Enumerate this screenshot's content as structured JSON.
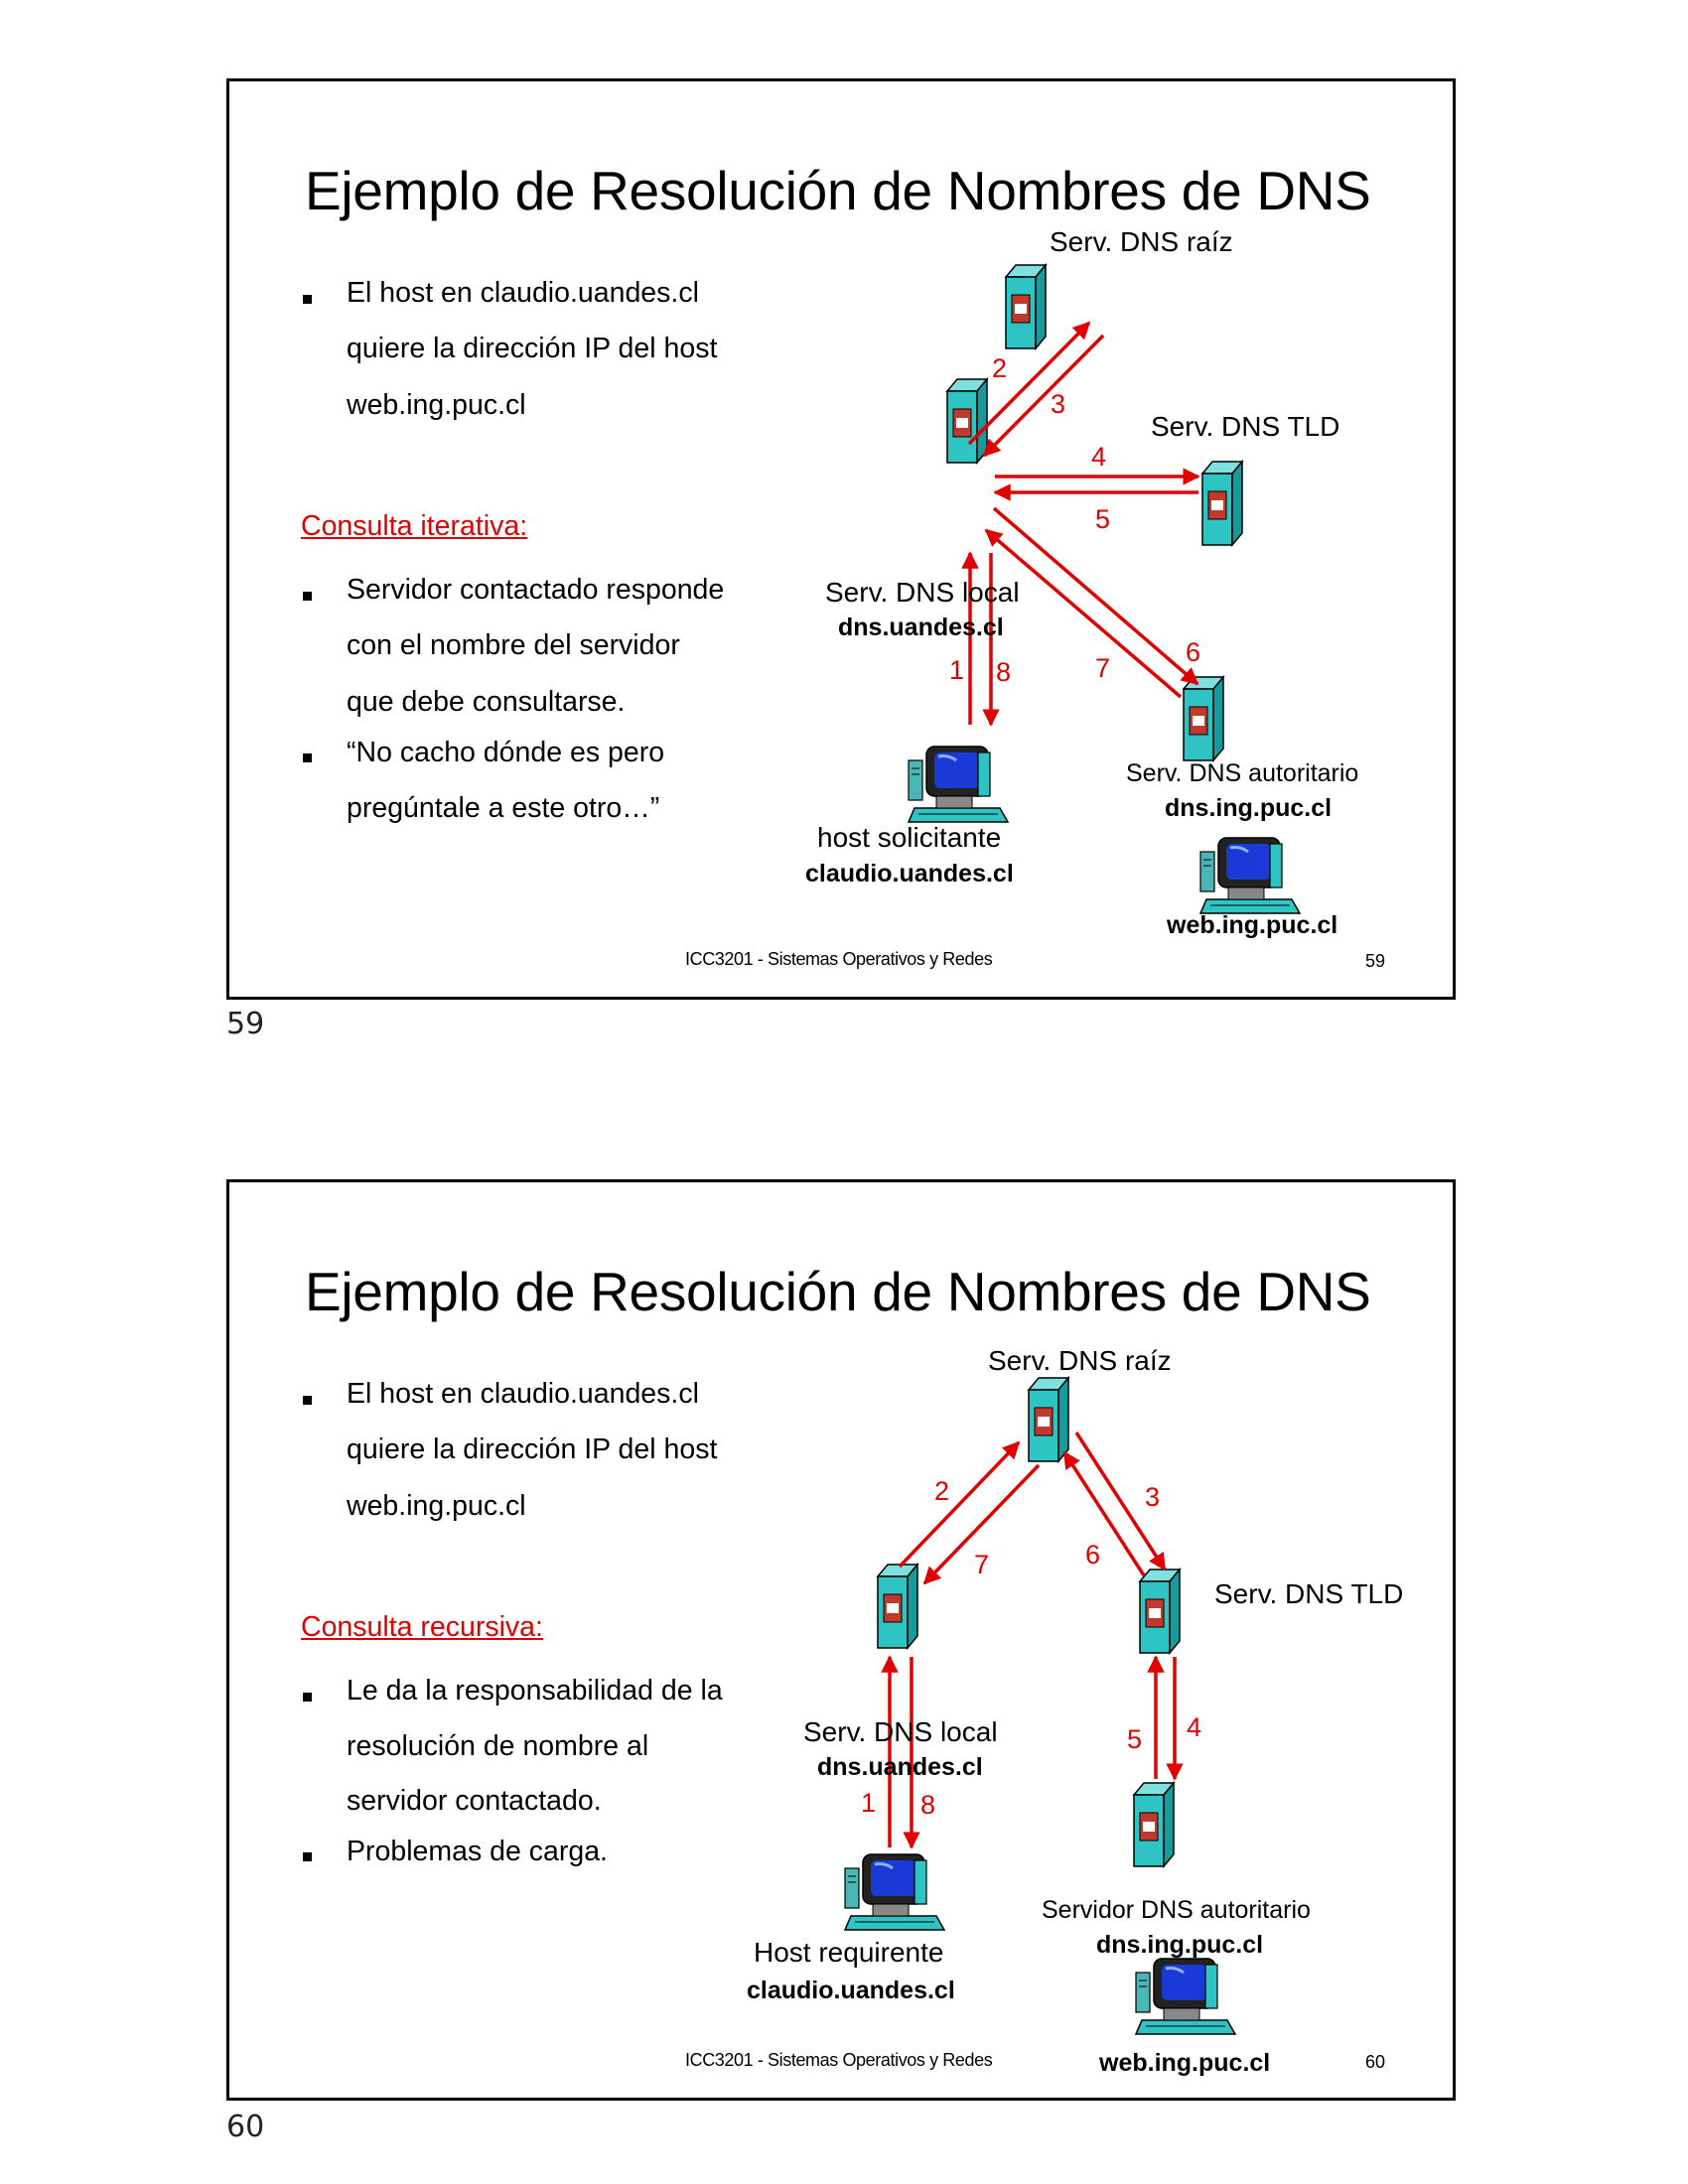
{
  "pages": [
    {
      "page_number": "59",
      "title": "Ejemplo de Resolución de Nombres de DNS",
      "bullets_intro": [
        "El host en claudio.uandes.cl",
        "quiere la dirección IP del host",
        "web.ing.puc.cl"
      ],
      "mode_label": "Consulta iterativa:",
      "bullets_body": [
        {
          "lines": [
            "Servidor contactado responde",
            "con el nombre del servidor",
            "que debe consultarse."
          ]
        },
        {
          "lines": [
            "“No cacho dónde es pero",
            "pregúntale a este otro…”"
          ]
        }
      ],
      "labels": {
        "root": "Serv. DNS raíz",
        "tld": "Serv. DNS TLD",
        "local": "Serv. DNS local",
        "local_name": "dns.uandes.cl",
        "auth": "Serv. DNS autoritario",
        "auth_name": "dns.ing.puc.cl",
        "host": "host solicitante",
        "host_name": "claudio.uandes.cl",
        "web_name": "web.ing.puc.cl"
      },
      "step_numbers": [
        "1",
        "2",
        "3",
        "4",
        "5",
        "6",
        "7",
        "8"
      ],
      "footer": "ICC3201 - Sistemas Operativos y Redes",
      "slide_number": "59"
    },
    {
      "page_number": "60",
      "title": "Ejemplo de Resolución de Nombres de DNS",
      "bullets_intro": [
        "El host en claudio.uandes.cl",
        "quiere la dirección IP del host",
        "web.ing.puc.cl"
      ],
      "mode_label": "Consulta recursiva:",
      "bullets_body": [
        {
          "lines": [
            "Le da la responsabilidad de la",
            "resolución de nombre al",
            "servidor contactado."
          ]
        },
        {
          "lines": [
            "Problemas de carga."
          ]
        }
      ],
      "labels": {
        "root": "Serv. DNS raíz",
        "tld": "Serv. DNS TLD",
        "local": "Serv. DNS local",
        "local_name": "dns.uandes.cl",
        "auth": "Servidor DNS autoritario",
        "auth_name": "dns.ing.puc.cl",
        "host": "Host requirente",
        "host_name": "claudio.uandes.cl",
        "web_name": "web.ing.puc.cl"
      },
      "step_numbers": [
        "1",
        "2",
        "3",
        "4",
        "5",
        "6",
        "7",
        "8"
      ],
      "footer": "ICC3201 - Sistemas Operativos y Redes",
      "slide_number": "60"
    }
  ],
  "colors": {
    "arrow": "#e00000",
    "server_front": "#2ec4c4",
    "server_side": "#199a9a",
    "server_panel": "#c0392b",
    "monitor_screen": "#1a3ad8"
  }
}
